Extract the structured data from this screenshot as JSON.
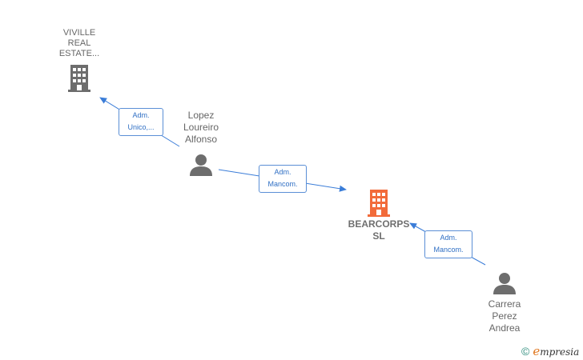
{
  "nodes": {
    "viville": {
      "label": "VIVILLE\nREAL\nESTATE...",
      "type": "company",
      "icon": "building-icon",
      "color": "#6d6d6d"
    },
    "lopez": {
      "label": "Lopez\nLoureiro\nAlfonso",
      "type": "person",
      "icon": "person-icon",
      "color": "#6d6d6d"
    },
    "bearcorps": {
      "label": "BEARCORPS\nSL",
      "type": "company",
      "icon": "building-icon",
      "color": "#f26b3a"
    },
    "carrera": {
      "label": "Carrera\nPerez\nAndrea",
      "type": "person",
      "icon": "person-icon",
      "color": "#6d6d6d"
    }
  },
  "edges": [
    {
      "from": "lopez",
      "to": "viville",
      "label_line1": "Adm.",
      "label_line2": "Unico,..."
    },
    {
      "from": "lopez",
      "to": "bearcorps",
      "label_line1": "Adm.",
      "label_line2": "Mancom."
    },
    {
      "from": "carrera",
      "to": "bearcorps",
      "label_line1": "Adm.",
      "label_line2": "Mancom."
    }
  ],
  "colors": {
    "edge": "#3b7dd8",
    "edge_text": "#2f6fc4",
    "node_text": "#666666"
  },
  "watermark": {
    "copyright_symbol": "©",
    "brand_first_letter": "e",
    "brand_rest": "mpresia"
  }
}
